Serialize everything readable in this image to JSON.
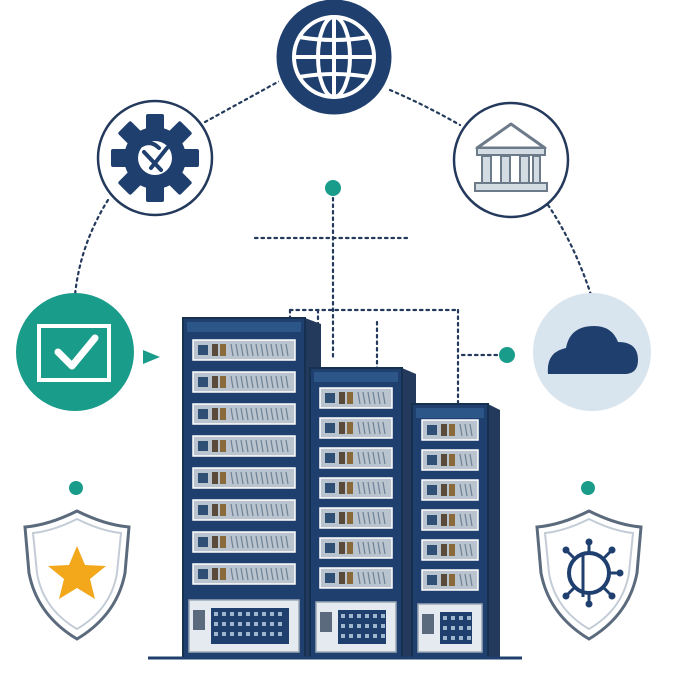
{
  "colors": {
    "navy": "#1f3f6e",
    "teal": "#1a9c8b",
    "gold": "#f3a81c",
    "light_blue": "#d8e4ee",
    "rack_gray": "#b9c4cf",
    "connector_dark": "#243a5c"
  },
  "icons": {
    "top": "globe-icon",
    "upper_left": "gear-icon",
    "upper_right": "bank-building-icon",
    "left": "checkbox-icon",
    "right": "cloud-icon",
    "lower_left": "star-shield-icon",
    "lower_right": "network-shield-icon",
    "center": "server-rack-icon"
  },
  "server_racks": [
    {
      "name": "left-rack",
      "drive_slots": 8
    },
    {
      "name": "middle-rack",
      "drive_slots": 7
    },
    {
      "name": "right-rack",
      "drive_slots": 6
    }
  ]
}
